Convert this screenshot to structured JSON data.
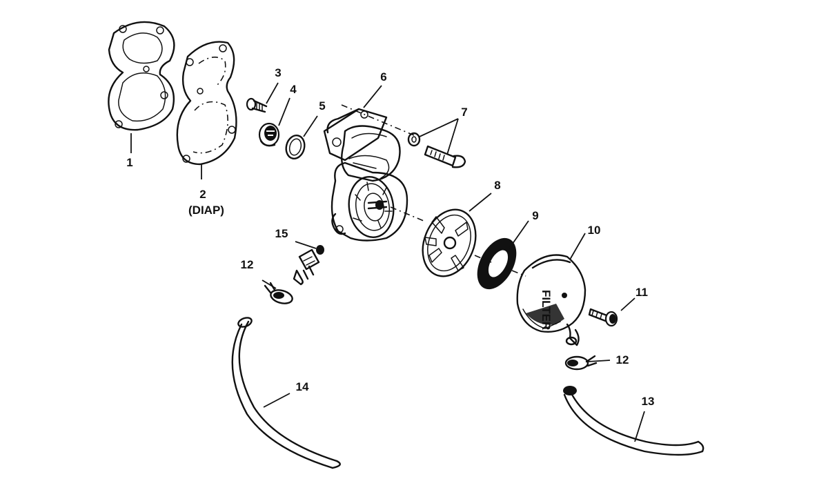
{
  "diagram": {
    "labels": {
      "p1": "1",
      "p2": "2",
      "p2_note": "(DIAP)",
      "p3": "3",
      "p4": "4",
      "p5": "5",
      "p6": "6",
      "p7": "7",
      "p8": "8",
      "p9": "9",
      "p10": "10",
      "p11": "11",
      "p12a": "12",
      "p12b": "12",
      "p13": "13",
      "p14": "14",
      "p15": "15",
      "filter_text": "FILTER"
    },
    "ink_color": "#111111",
    "background_color": "#ffffff"
  }
}
